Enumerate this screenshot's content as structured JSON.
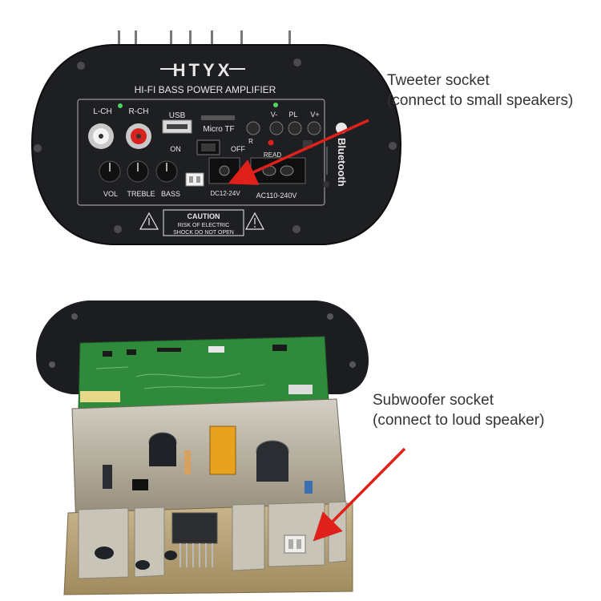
{
  "amplifier_panel": {
    "brand": "HTYX",
    "model_line": "HI-FI BASS POWER AMPLIFIER",
    "labels": {
      "lch": "L-CH",
      "rch": "R-CH",
      "usb": "USB",
      "micro_tf": "Micro TF",
      "on": "ON",
      "off": "OFF",
      "vminus": "V-",
      "pl": "PL",
      "vplus": "V+",
      "read": "READ",
      "r": "R",
      "vol": "VOL",
      "treble": "TREBLE",
      "bass": "BASS",
      "dc": "DC12-24V",
      "ac": "AC110-240V",
      "bluetooth": "Bluetooth"
    },
    "caution": {
      "title": "CAUTION",
      "line1": "RISK OF ELECTRIC",
      "line2": "SHOCK DO NOT OPEN"
    }
  },
  "callouts": {
    "tweeter": {
      "line1": "Tweeter socket",
      "line2": "(connect to small speakers)"
    },
    "subwoofer": {
      "line1": "Subwoofer socket",
      "line2": "(connect to loud speaker)"
    }
  },
  "colors": {
    "panel": "#1e1f22",
    "panel_text": "#e8e8e8",
    "pcb": "#2f8a3c",
    "chassis": "#b9b3a4",
    "arrow": "#e0201b",
    "callout_text": "#333333"
  }
}
